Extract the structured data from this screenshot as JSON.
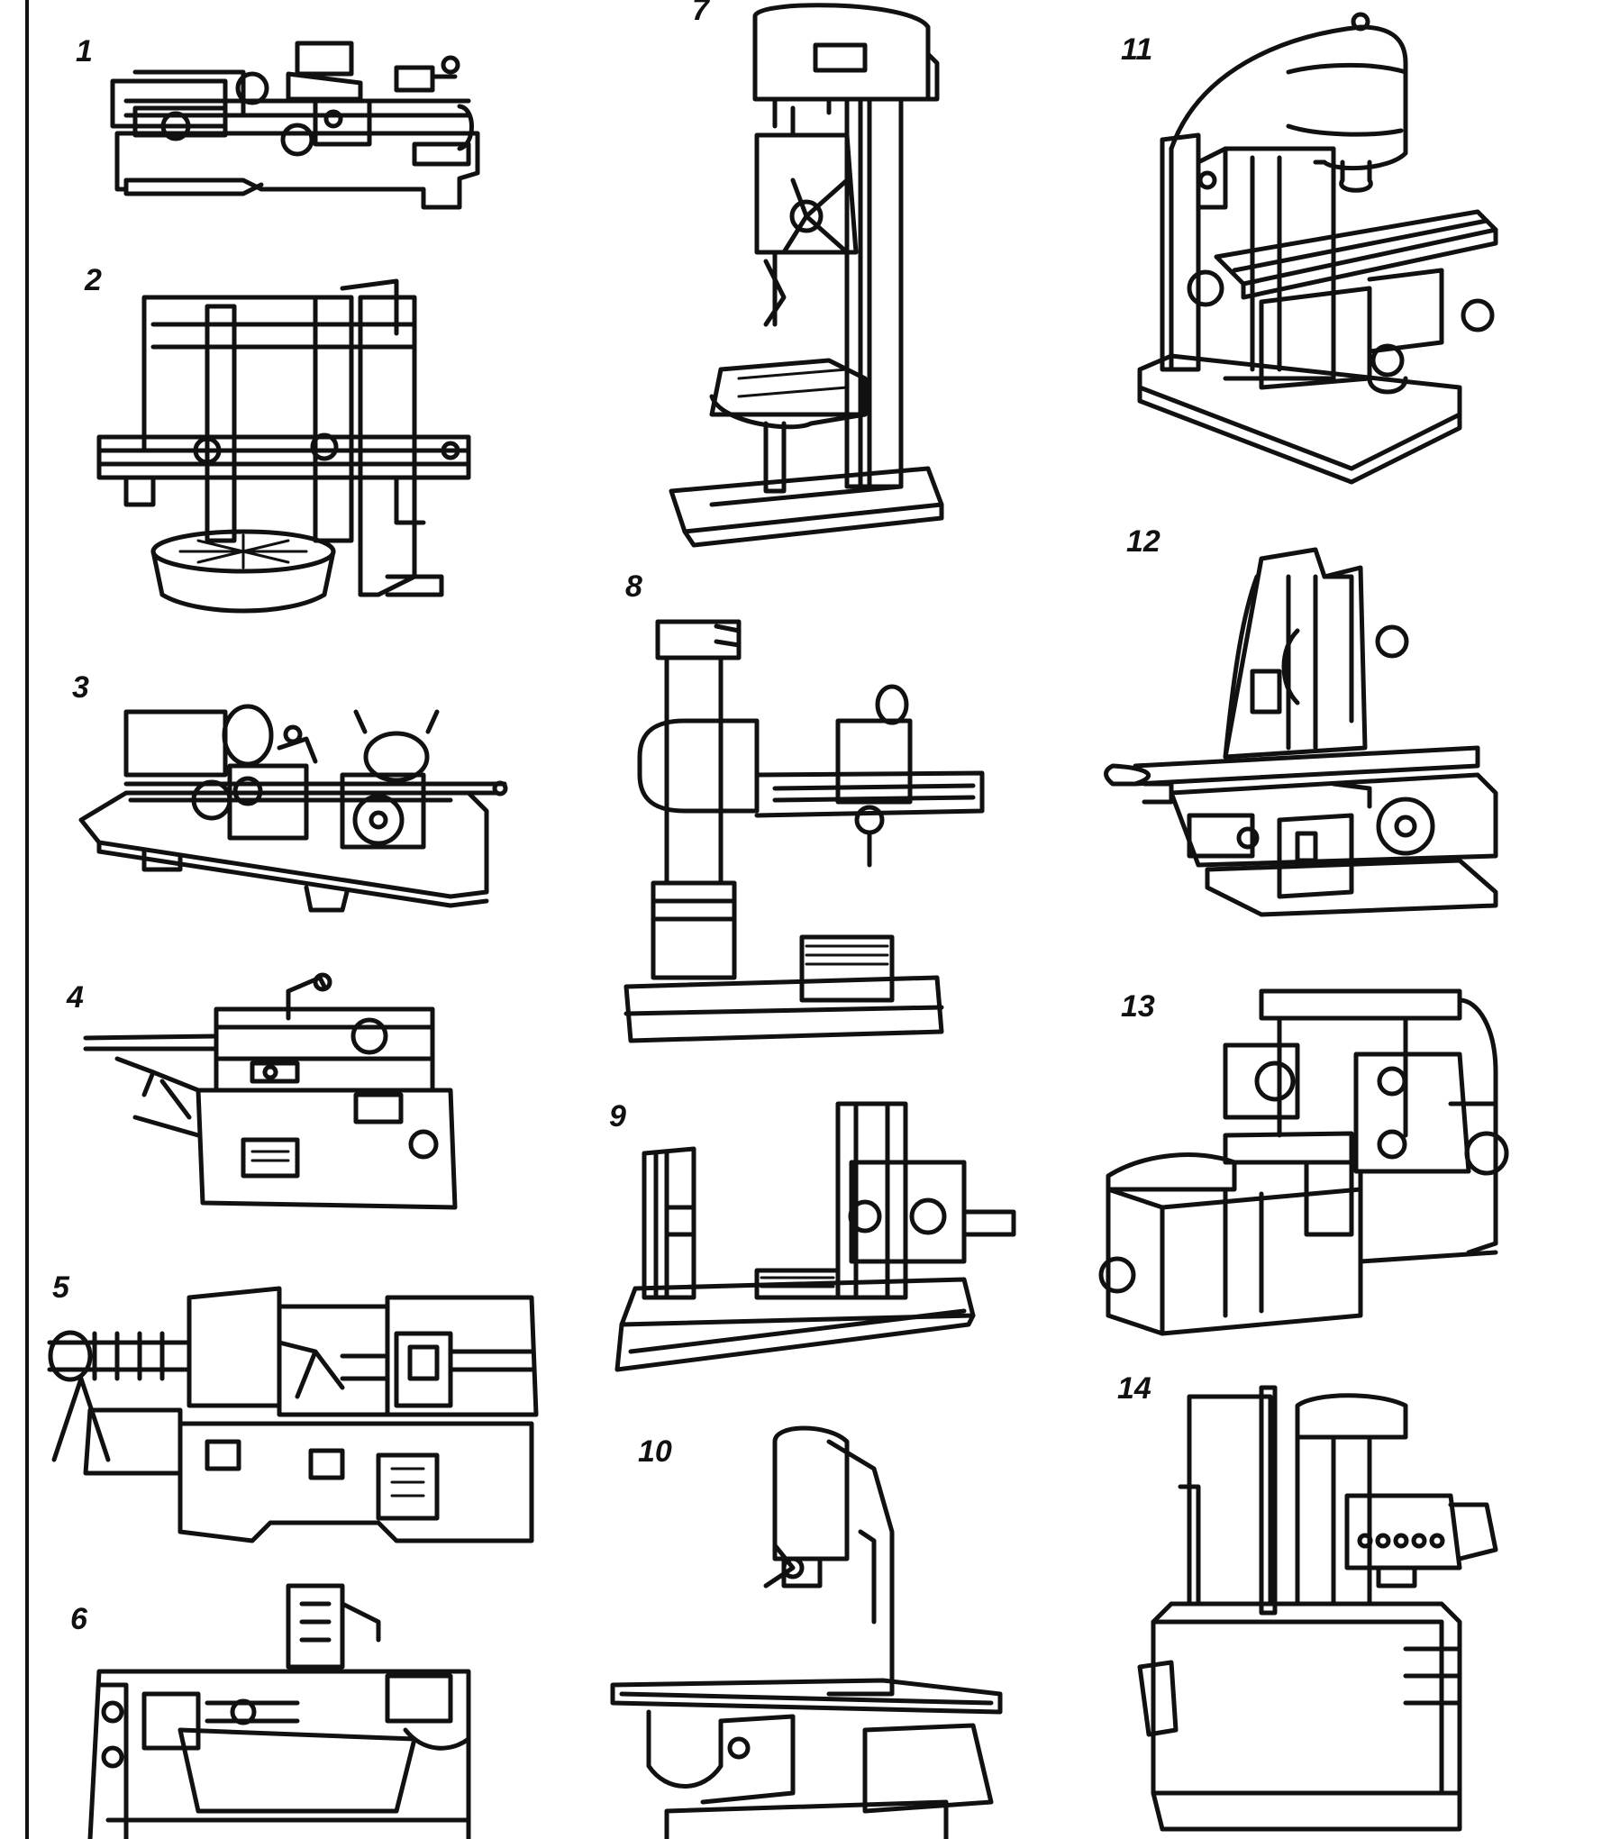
{
  "figure": {
    "machines": [
      {
        "id": "1"
      },
      {
        "id": "2"
      },
      {
        "id": "3"
      },
      {
        "id": "4"
      },
      {
        "id": "5"
      },
      {
        "id": "6"
      },
      {
        "id": "7"
      },
      {
        "id": "8"
      },
      {
        "id": "9"
      },
      {
        "id": "10"
      },
      {
        "id": "11"
      },
      {
        "id": "12"
      },
      {
        "id": "13"
      },
      {
        "id": "14"
      }
    ]
  },
  "colors": {
    "ink": "#111111",
    "paper": "#ffffff"
  }
}
